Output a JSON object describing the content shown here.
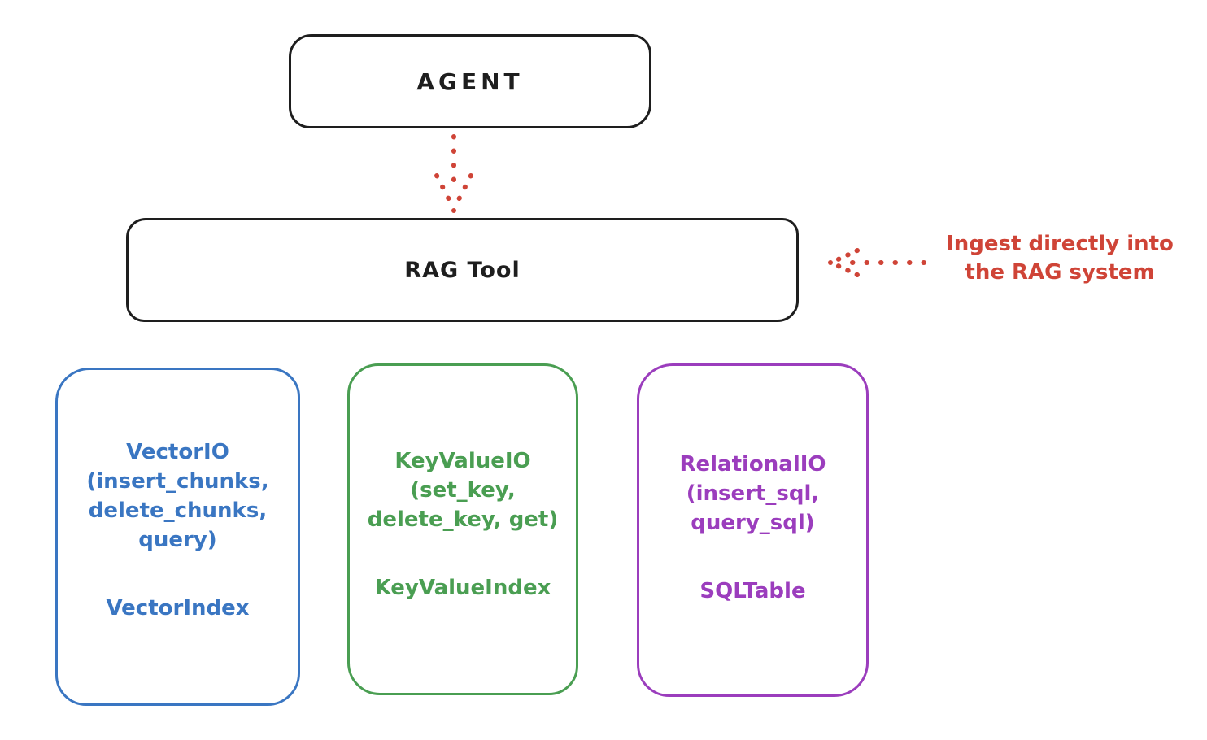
{
  "colors": {
    "stroke": "#1e1e1e",
    "red": "#cf4437",
    "blue": "#3a76c2",
    "green": "#4a9e52",
    "purple": "#9b3dbd"
  },
  "nodes": {
    "agent": {
      "label": "AGENT"
    },
    "rag_tool": {
      "label": "RAG Tool"
    },
    "vector": {
      "io": "VectorIO\n(insert_chunks,\ndelete_chunks,\nquery)",
      "index": "VectorIndex"
    },
    "keyvalue": {
      "io": "KeyValueIO\n(set_key,\ndelete_key, get)",
      "index": "KeyValueIndex"
    },
    "relational": {
      "io": "RelationalIO\n(insert_sql,\nquery_sql)",
      "index": "SQLTable"
    }
  },
  "annotation": {
    "text": "Ingest directly into\nthe RAG system"
  }
}
